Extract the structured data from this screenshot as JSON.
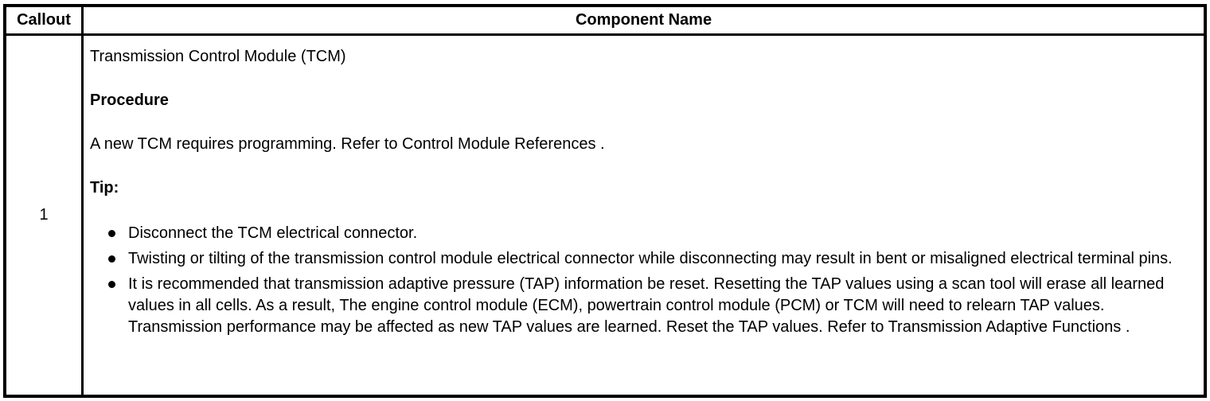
{
  "table": {
    "colors": {
      "border": "#000000",
      "background": "#ffffff",
      "text": "#000000"
    },
    "headers": {
      "callout": "Callout",
      "component_name": "Component Name"
    },
    "row": {
      "callout": "1",
      "component_title": "Transmission Control Module (TCM)",
      "procedure_heading": "Procedure",
      "procedure_text": "A new TCM requires programming. Refer to Control Module References .",
      "tip_heading": "Tip:",
      "tips": [
        "Disconnect the TCM electrical connector.",
        "Twisting or tilting of the transmission control module electrical connector while disconnecting may result in bent or misaligned electrical terminal pins.",
        "It is recommended that transmission adaptive pressure (TAP) information be reset. Resetting the TAP values using a scan tool will erase all learned values in all cells. As a result, The engine control module (ECM), powertrain control module (PCM) or TCM will need to relearn TAP values. Transmission performance may be affected as new TAP values are learned. Reset the TAP values. Refer to Transmission Adaptive Functions ."
      ]
    }
  }
}
